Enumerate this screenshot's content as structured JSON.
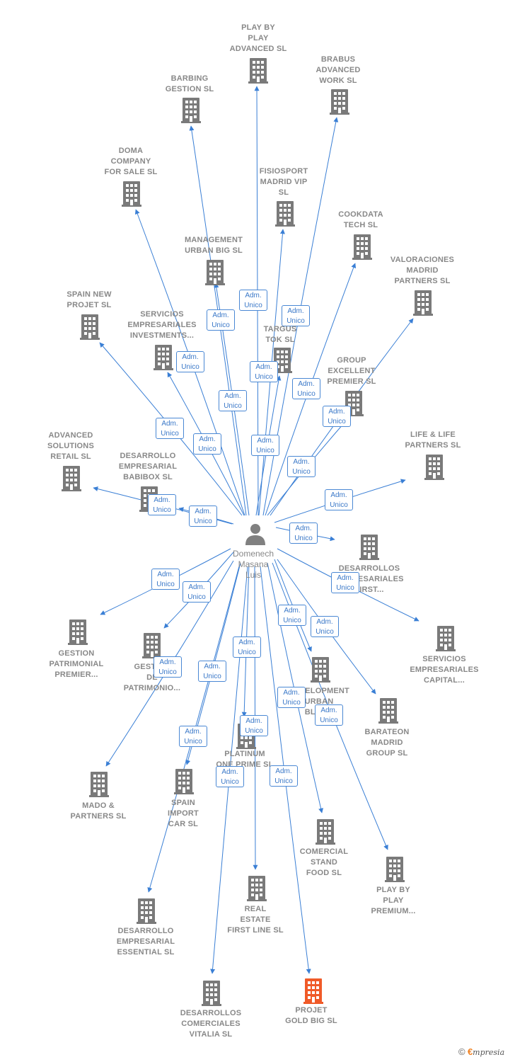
{
  "colors": {
    "edge": "#3a7fd5",
    "building": "#7a7a7a",
    "highlight": "#f05a28",
    "person": "#808080"
  },
  "center": {
    "label": "Domenech\nMasana\nLuis",
    "icon": "person-icon"
  },
  "badge_text": "Adm.\nUnico",
  "nodes": [
    {
      "id": "play-by-play-advanced",
      "label": "PLAY BY\nPLAY\nADVANCED  SL",
      "highlight": false
    },
    {
      "id": "barbing-gestion",
      "label": "BARBING\nGESTION SL",
      "highlight": false
    },
    {
      "id": "brabus-advanced-work",
      "label": "BRABUS\nADVANCED\nWORK  SL",
      "highlight": false
    },
    {
      "id": "doma-company",
      "label": "DOMA\nCOMPANY\nFOR SALE SL",
      "highlight": false
    },
    {
      "id": "fisiosport-madrid-vip",
      "label": "FISIOSPORT\nMADRID VIP\nSL",
      "highlight": false
    },
    {
      "id": "cookdata-tech",
      "label": "COOKDATA\nTECH  SL",
      "highlight": false
    },
    {
      "id": "management-urban-big",
      "label": "MANAGEMENT\nURBAN BIG  SL",
      "highlight": false
    },
    {
      "id": "valoraciones-madrid",
      "label": "VALORACIONES\nMADRID\nPARTNERS  SL",
      "highlight": false
    },
    {
      "id": "spain-new-projet",
      "label": "SPAIN NEW\nPROJET  SL",
      "highlight": false
    },
    {
      "id": "servicios-empresariales-investments",
      "label": "SERVICIOS\nEMPRESARIALES\nINVESTMENTS...",
      "highlight": false
    },
    {
      "id": "targus-tok",
      "label": "TARGUS\nTOK  SL",
      "highlight": false
    },
    {
      "id": "group-excellent-premier",
      "label": "GROUP\nEXCELLENT\nPREMIER  SL",
      "highlight": false
    },
    {
      "id": "advanced-solutions-retail",
      "label": "ADVANCED\nSOLUTIONS\nRETAIL  SL",
      "highlight": false
    },
    {
      "id": "desarrollo-empresarial-babibox",
      "label": "DESARROLLO\nEMPRESARIAL\nBABIBOX  SL",
      "highlight": false
    },
    {
      "id": "life-and-life-partners",
      "label": "LIFE & LIFE\nPARTNERS  SL",
      "highlight": false
    },
    {
      "id": "desarrollos-empresariales-first",
      "label": "DESARROLLOS\nEMPRESARIALES\nFIRST...",
      "highlight": false
    },
    {
      "id": "gestion-patrimonial-premier",
      "label": "GESTION\nPATRIMONIAL\nPREMIER...",
      "highlight": false
    },
    {
      "id": "gestion-de-patrimonio",
      "label": "GESTION\nDE\nPATRIMONIO...",
      "highlight": false
    },
    {
      "id": "servicios-empresariales-capital",
      "label": "SERVICIOS\nEMPRESARIALES\nCAPITAL...",
      "highlight": false
    },
    {
      "id": "development-urban-blue",
      "label": "DEVELOPMENT\nURBAN\nBLUE...",
      "highlight": false
    },
    {
      "id": "barateon-madrid-group",
      "label": "BARATEON\nMADRID\nGROUP  SL",
      "highlight": false
    },
    {
      "id": "platinum-one-prime",
      "label": "PLATINUM\nONE PRIME  SL",
      "highlight": false
    },
    {
      "id": "mado-partners",
      "label": "MADO &\nPARTNERS  SL",
      "highlight": false
    },
    {
      "id": "spain-import-car",
      "label": "SPAIN\nIMPORT\nCAR  SL",
      "highlight": false
    },
    {
      "id": "comercial-stand-food",
      "label": "COMERCIAL\nSTAND\nFOOD SL",
      "highlight": false
    },
    {
      "id": "play-by-play-premium",
      "label": "PLAY BY\nPLAY\nPREMIUM...",
      "highlight": false
    },
    {
      "id": "real-estate-first-line",
      "label": "REAL\nESTATE\nFIRST LINE  SL",
      "highlight": false
    },
    {
      "id": "desarrollo-empresarial-essential",
      "label": "DESARROLLO\nEMPRESARIAL\nESSENTIAL  SL",
      "highlight": false
    },
    {
      "id": "desarrollos-comerciales-vitalia",
      "label": "DESARROLLOS\nCOMERCIALES\nVITALIA  SL",
      "highlight": false
    },
    {
      "id": "projet-gold-big",
      "label": "PROJET\nGOLD BIG  SL",
      "highlight": true
    }
  ],
  "footer": {
    "copyright": "©",
    "brand_mark": "€",
    "brand_name": "mpresia"
  }
}
